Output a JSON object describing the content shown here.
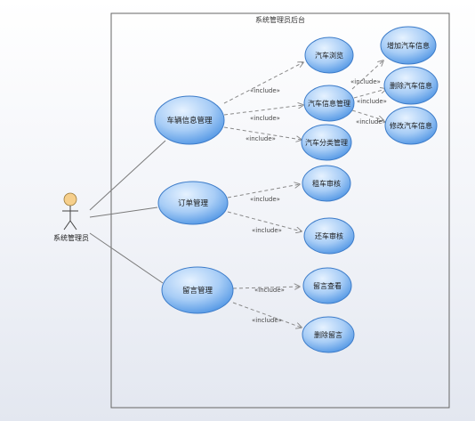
{
  "system": {
    "title": "系统管理员后台"
  },
  "actor": {
    "label": "系统管理员"
  },
  "include_label": "«include»",
  "use_cases": {
    "vehicle_info_mgmt": "车辆信息管理",
    "order_mgmt": "订单管理",
    "message_mgmt": "留言管理",
    "car_browse": "汽车浏览",
    "car_info_mgmt": "汽车信息管理",
    "car_category_mgmt": "汽车分类管理",
    "add_car_info": "增加汽车信息",
    "delete_car_info": "删除汽车信息",
    "edit_car_info": "修改汽车信息",
    "rental_review": "租车审核",
    "return_review": "还车审核",
    "message_view": "留言查看",
    "delete_message": "删除留言"
  },
  "colors": {
    "usecase_fill_light": "#dcecff",
    "usecase_fill_dark": "#5aa0ea",
    "usecase_stroke": "#3d7cc9",
    "actor_head": "#f6cf8c",
    "line": "#7a7a7a",
    "dashed": "#8a8a8a"
  }
}
